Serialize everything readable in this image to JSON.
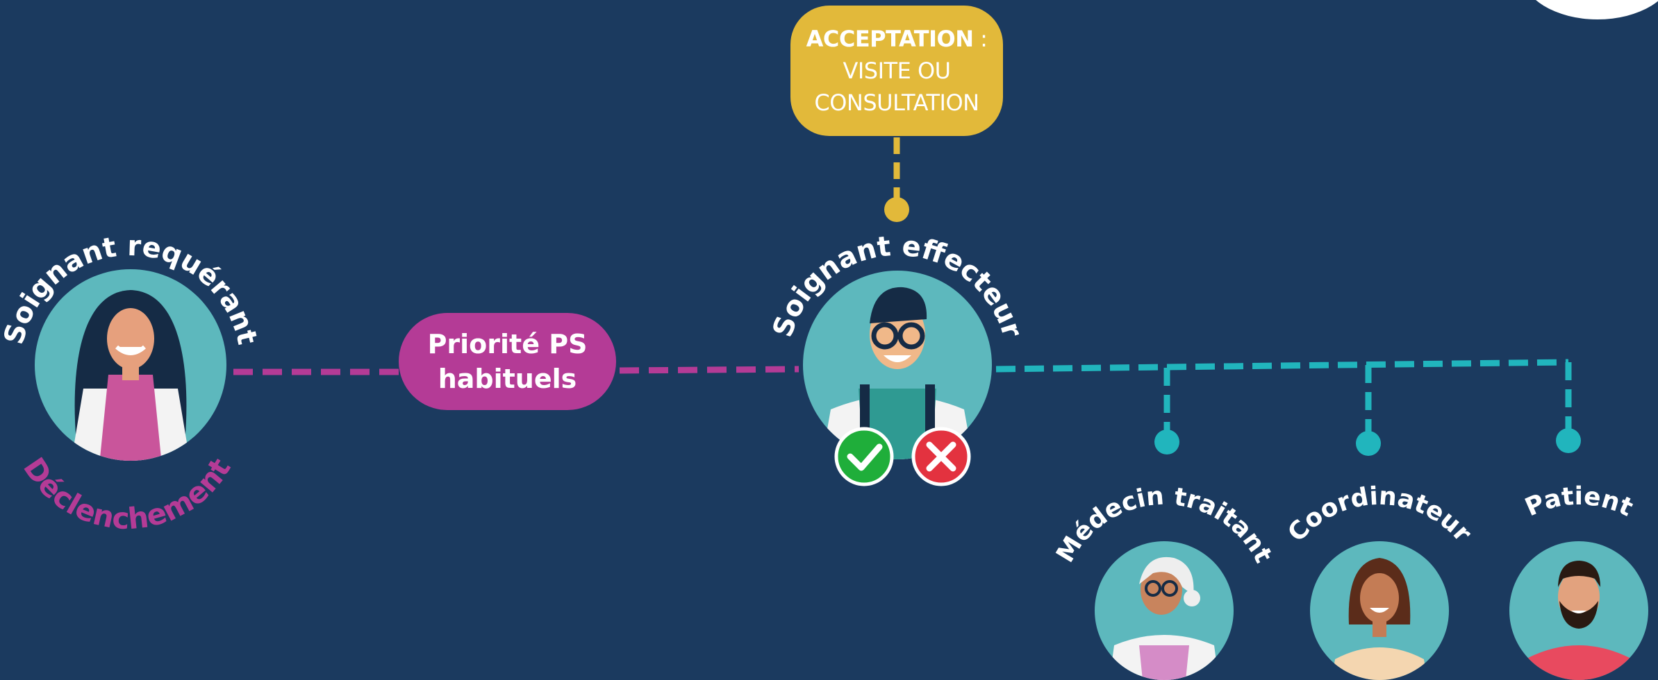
{
  "colors": {
    "background": "#1b3a5f",
    "teal_circle": "#5db8bd",
    "yellow": "#e2b93a",
    "magenta": "#b43b96",
    "cyan_line": "#21b5bd",
    "check_green": "#1fae3a",
    "cross_red": "#e3323f"
  },
  "nodes": {
    "requerant": {
      "label": "Soignant requérant",
      "sublabel": "Déclenchement"
    },
    "effecteur": {
      "label": "Soignant effecteur"
    },
    "medecin": {
      "label": "Médecin traitant"
    },
    "coordinateur": {
      "label": "Coordinateur"
    },
    "patient": {
      "label": "Patient"
    }
  },
  "boxes": {
    "acceptation": {
      "title": "ACCEPTATION",
      "suffix": " :",
      "line2": "VISITE OU",
      "line3": "CONSULTATION"
    },
    "priorite": {
      "line1": "Priorité PS",
      "line2": "habituels"
    }
  },
  "icons": [
    "check-icon",
    "cross-icon"
  ]
}
